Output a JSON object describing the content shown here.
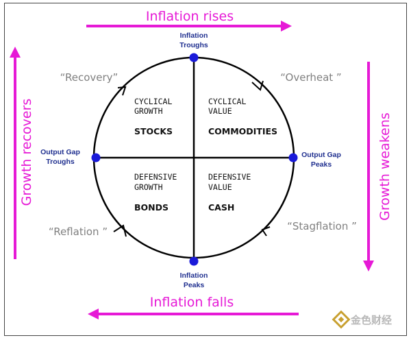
{
  "arrows": {
    "top": "Inflation rises",
    "bottom": "Inflation falls",
    "left": "Growth recovers",
    "right": "Growth weakens"
  },
  "phases": {
    "recovery": "“Recovery”",
    "overheat": "“Overheat ”",
    "reflation": "“Reflation ”",
    "stagflation": "“Stagflation ”"
  },
  "points": {
    "top": [
      "Inflation",
      "Troughs"
    ],
    "bottom": [
      "Inflation",
      "Peaks"
    ],
    "left": [
      "Output Gap",
      "Troughs"
    ],
    "right": [
      "Output Gap",
      "Peaks"
    ]
  },
  "quadrants": {
    "top_left": {
      "line1": "CYCLICAL",
      "line2": "GROWTH",
      "asset": "STOCKS"
    },
    "top_right": {
      "line1": "CYCLICAL",
      "line2": "VALUE",
      "asset": "COMMODITIES"
    },
    "bottom_left": {
      "line1": "DEFENSIVE",
      "line2": "GROWTH",
      "asset": "BONDS"
    },
    "bottom_right": {
      "line1": "DEFENSIVE",
      "line2": "VALUE",
      "asset": "CASH"
    }
  },
  "watermark": "金色财经",
  "colors": {
    "accent": "#e619d6",
    "point": "#1a1ad9",
    "point_label": "#1f2f8f",
    "phase_text": "#808080"
  }
}
